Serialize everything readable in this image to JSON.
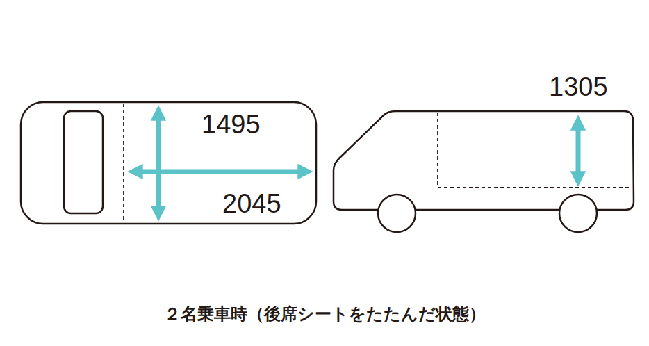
{
  "diagram": {
    "caption": "２名乗車時（後席シートをたたんだ状態）",
    "labels": [
      "1495",
      "2045",
      "1305"
    ]
  }
}
